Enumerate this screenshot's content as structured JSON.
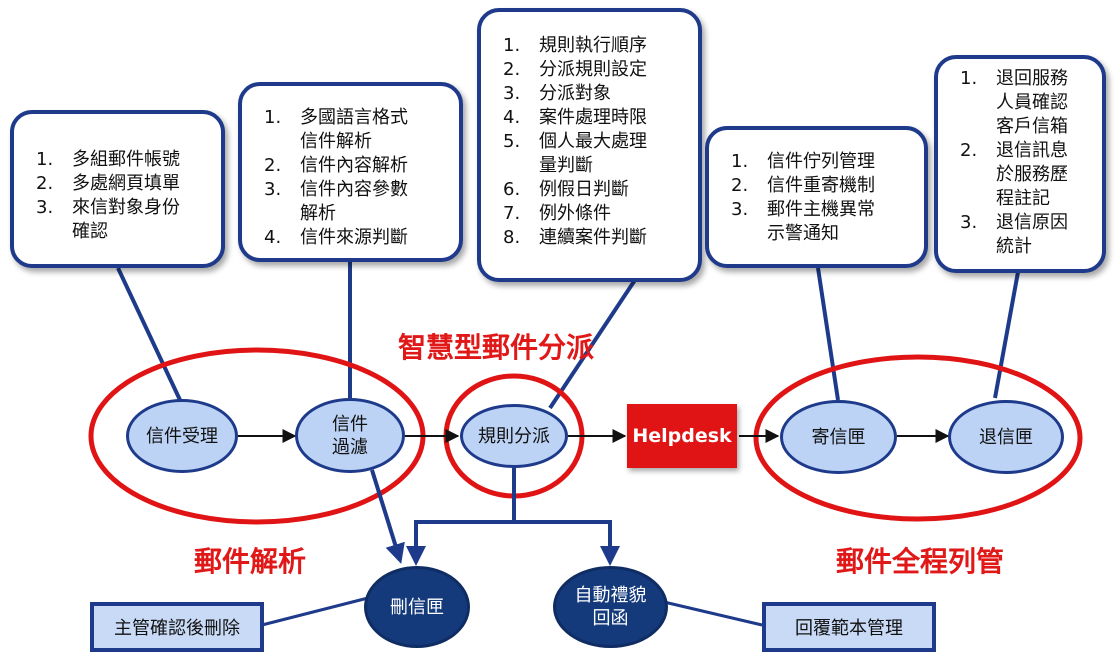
{
  "callouts": {
    "intake": {
      "items": [
        {
          "num": "1.",
          "text": "多組郵件帳號"
        },
        {
          "num": "2.",
          "text": "多處網頁填單"
        },
        {
          "num": "3.",
          "text": "來信對象身份\n確認"
        }
      ]
    },
    "filter": {
      "items": [
        {
          "num": "1.",
          "text": "多國語言格式\n信件解析"
        },
        {
          "num": "2.",
          "text": "信件內容解析"
        },
        {
          "num": "3.",
          "text": "信件內容參數\n解析"
        },
        {
          "num": "4.",
          "text": "信件來源判斷"
        }
      ]
    },
    "dispatch": {
      "items": [
        {
          "num": "1.",
          "text": "規則執行順序"
        },
        {
          "num": "2.",
          "text": "分派規則設定"
        },
        {
          "num": "3.",
          "text": "分派對象"
        },
        {
          "num": "4.",
          "text": "案件處理時限"
        },
        {
          "num": "5.",
          "text": "個人最大處理\n量判斷"
        },
        {
          "num": "6.",
          "text": "例假日判斷"
        },
        {
          "num": "7.",
          "text": "例外條件"
        },
        {
          "num": "8.",
          "text": "連續案件判斷"
        }
      ]
    },
    "outbox": {
      "items": [
        {
          "num": "1.",
          "text": "信件佇列管理"
        },
        {
          "num": "2.",
          "text": "信件重寄機制"
        },
        {
          "num": "3.",
          "text": "郵件主機異常\n示警通知"
        }
      ]
    },
    "bounce": {
      "items": [
        {
          "num": "1.",
          "text": "退回服務\n人員確認\n客戶信箱"
        },
        {
          "num": "2.",
          "text": "退信訊息\n於服務歷\n程註記"
        },
        {
          "num": "3.",
          "text": "退信原因\n統計"
        }
      ]
    }
  },
  "nodes": {
    "receive": "信件受理",
    "filter": "信件\n過濾",
    "dispatch": "規則分派",
    "helpdesk": "Helpdesk",
    "outbox": "寄信匣",
    "bounce": "退信匣",
    "delete_box": "刪信匣",
    "auto_reply": "自動禮貌\n回函"
  },
  "boxes": {
    "delete_confirm": "主管確認後刪除",
    "reply_templates": "回覆範本管理"
  },
  "labels": {
    "smart_dispatch": "智慧型郵件分派",
    "mail_parsing": "郵件解析",
    "full_tracking": "郵件全程列管"
  },
  "colors": {
    "navy": "#1e3a8a",
    "node_fill": "#bcd3f5",
    "dark_node": "#143a7b",
    "accent_red": "#e01414"
  }
}
